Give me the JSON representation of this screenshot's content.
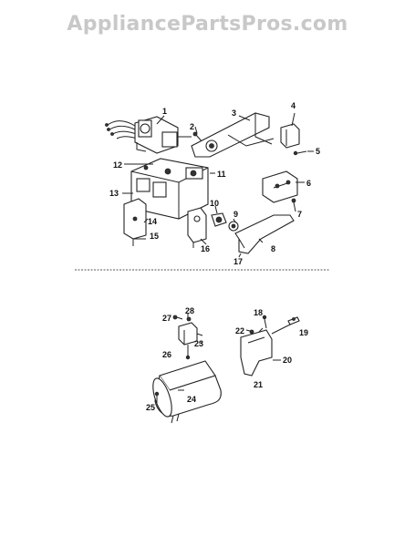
{
  "watermark": "AppliancePartsPros.com",
  "labels": {
    "p1": "1",
    "p2": "2",
    "p3": "3",
    "p4": "4",
    "p5": "5",
    "p6": "6",
    "p7": "7",
    "p8": "8",
    "p9": "9",
    "p10": "10",
    "p11": "11",
    "p12": "12",
    "p13": "13",
    "p14": "14",
    "p15": "15",
    "p16": "16",
    "p17": "17",
    "p18": "18",
    "p19": "19",
    "p20": "20",
    "p21": "21",
    "p22": "22",
    "p23": "23",
    "p24": "24",
    "p25": "25",
    "p26": "26",
    "p27": "27",
    "p28": "28"
  }
}
